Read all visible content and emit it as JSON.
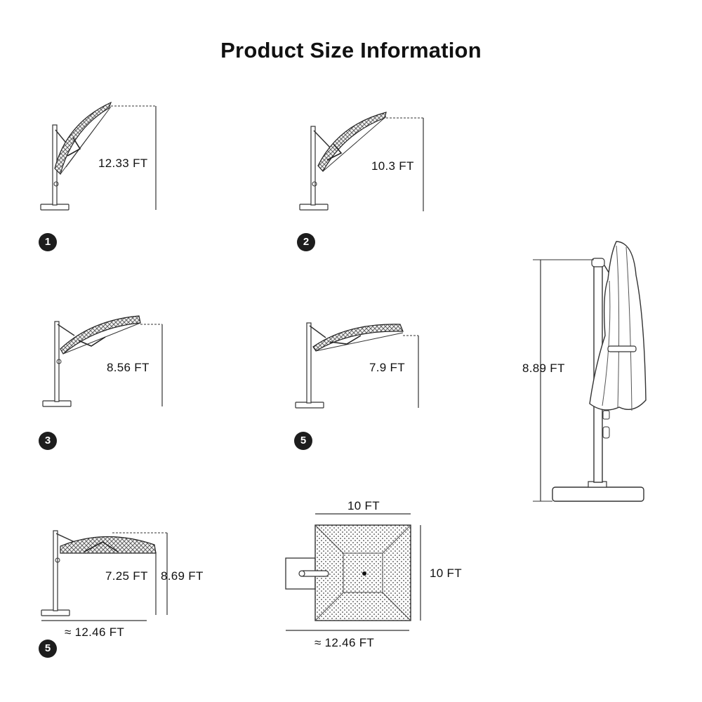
{
  "title": "Product Size Information",
  "panels": [
    {
      "badge": "1",
      "height_label": "12.33 FT"
    },
    {
      "badge": "2",
      "height_label": "10.3 FT"
    },
    {
      "badge": "3",
      "height_label": "8.56 FT"
    },
    {
      "badge": "5",
      "height_label": "7.9 FT"
    },
    {
      "badge": "5",
      "height_label": "7.25 FT",
      "total_height_label": "8.69 FT",
      "width_label": "≈ 12.46 FT"
    }
  ],
  "closed_view": {
    "height_label": "8.89 FT"
  },
  "top_view": {
    "top_label": "10 FT",
    "side_label": "10 FT",
    "bottom_label": "≈ 12.46 FT"
  },
  "colors": {
    "line": "#333333",
    "canopy_fill": "#9a9a9a",
    "badge_bg": "#1d1d1d",
    "background": "#ffffff"
  }
}
